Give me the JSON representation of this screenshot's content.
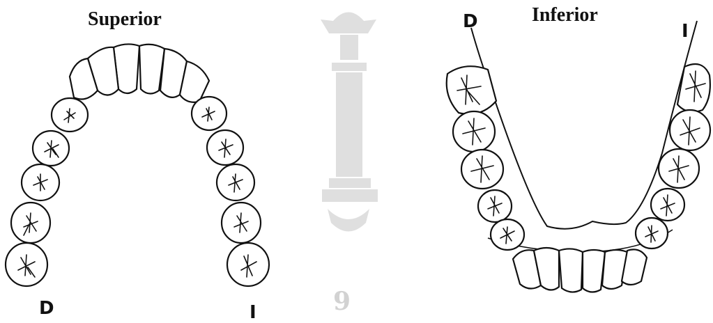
{
  "superior": {
    "title": "Superior",
    "left_label": "D",
    "right_label": "I"
  },
  "inferior": {
    "title": "Inferior",
    "left_label": "D",
    "right_label": "I"
  },
  "watermark": {
    "text": "9"
  },
  "colors": {
    "line": "#111111",
    "watermark": "#dcdcdc",
    "background": "#ffffff"
  }
}
